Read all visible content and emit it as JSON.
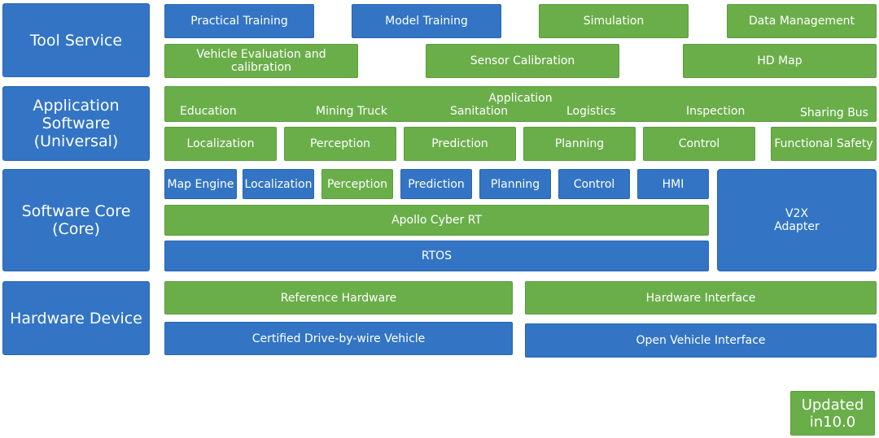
{
  "rows": {
    "tool_service": "Tool Service",
    "application_software": "Application\nSoftware\n(Universal)",
    "software_core": "Software Core\n(Core)",
    "hardware_device": "Hardware Device"
  },
  "tool": {
    "practical_training": "Practical Training",
    "model_training": "Model Training",
    "simulation": "Simulation",
    "data_management": "Data Management",
    "vehicle_evaluation": "Vehicle Evaluation and calibration",
    "sensor_calibration": "Sensor Calibration",
    "hd_map": "HD Map"
  },
  "application": {
    "title": "Application",
    "items": [
      "Education",
      "Mining Truck",
      "Sanitation",
      "Logistics",
      "Inspection",
      "Sharing Bus"
    ],
    "modules": [
      "Localization",
      "Perception",
      "Prediction",
      "Planning",
      "Control",
      "Functional Safety"
    ]
  },
  "core": {
    "modules": [
      "Map Engine",
      "Localization",
      "Perception",
      "Prediction",
      "Planning",
      "Control",
      "HMI"
    ],
    "cyber_rt": "Apollo Cyber RT",
    "rtos": "RTOS",
    "v2x": "V2X\nAdapter"
  },
  "hardware": {
    "reference_hardware": "Reference Hardware",
    "hardware_interface": "Hardware Interface",
    "certified_vehicle": "Certified Drive-by-wire Vehicle",
    "open_vehicle_interface": "Open Vehicle Interface"
  },
  "badge": "Updated\nin10.0"
}
